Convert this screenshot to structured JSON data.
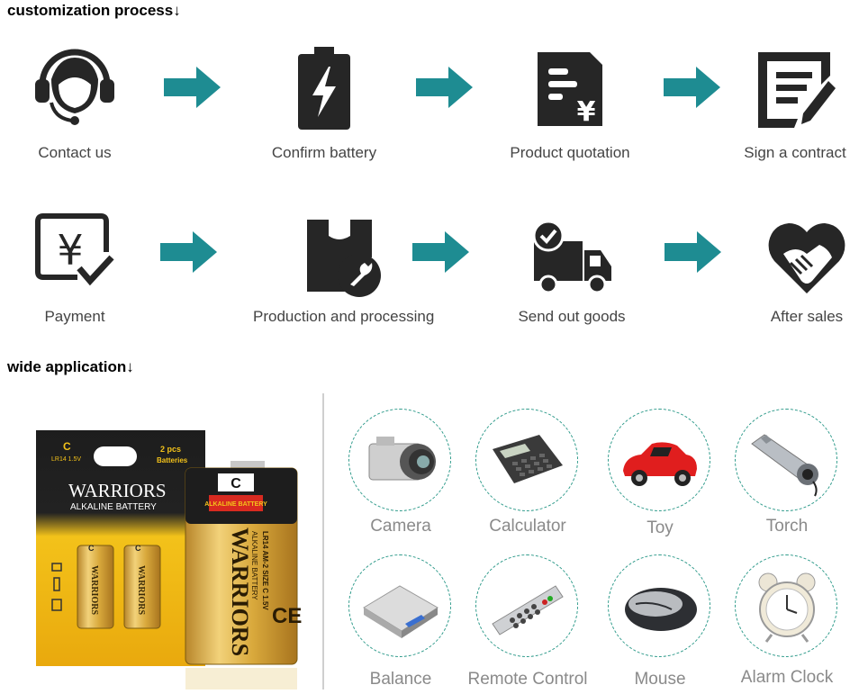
{
  "process": {
    "heading": "customization process↓",
    "steps": [
      {
        "label": "Contact us",
        "icon": "headset-icon"
      },
      {
        "label": "Confirm battery",
        "icon": "battery-icon"
      },
      {
        "label": "Product quotation",
        "icon": "quotation-icon"
      },
      {
        "label": "Sign a contract",
        "icon": "contract-icon"
      },
      {
        "label": "Payment",
        "icon": "payment-icon"
      },
      {
        "label": "Production and processing",
        "icon": "production-icon"
      },
      {
        "label": "Send out goods",
        "icon": "truck-icon"
      },
      {
        "label": "After sales",
        "icon": "handshake-icon"
      }
    ],
    "colors": {
      "icon": "#262626",
      "arrow": "#1e8c92"
    }
  },
  "application": {
    "heading": "wide application↓",
    "items": [
      {
        "label": "Camera",
        "icon": "camera-icon"
      },
      {
        "label": "Calculator",
        "icon": "calculator-icon"
      },
      {
        "label": "Toy",
        "icon": "toy-car-icon"
      },
      {
        "label": "Torch",
        "icon": "torch-icon"
      },
      {
        "label": "Balance",
        "icon": "scale-icon"
      },
      {
        "label": "Remote Control",
        "icon": "remote-control-icon"
      },
      {
        "label": "Mouse",
        "icon": "mouse-icon"
      },
      {
        "label": "Alarm Clock",
        "icon": "alarm-clock-icon"
      }
    ],
    "circle_border": "#2d9a8a"
  },
  "product": {
    "card_size": "C",
    "card_code": "LR14 1.5V",
    "card_count": "2 pcs",
    "card_count_label": "Batteries",
    "brand": "WARRIORS",
    "subtitle": "ALKALINE BATTERY",
    "battery_size": "C",
    "battery_band": "ALKALINE BATTERY",
    "battery_spec": "LR14 AM-2 SIZE C 1.5V",
    "battery_spec2": "ALKALINE BATTERY",
    "ce_mark": "CE",
    "mini_letter": "C",
    "mini_brand": "WARRIORS"
  }
}
